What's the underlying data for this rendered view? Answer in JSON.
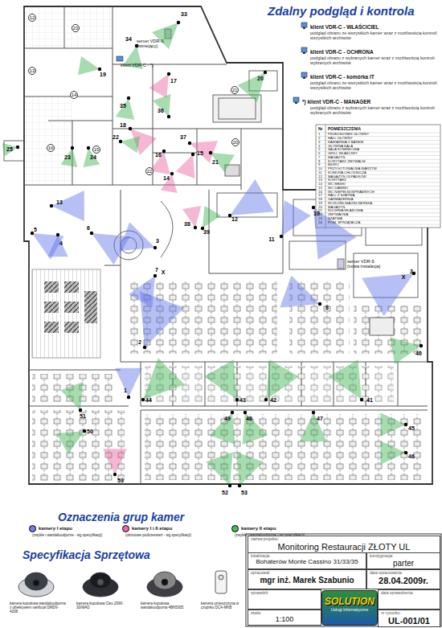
{
  "diagram": {
    "title": "Zdalny podgląd i kontrola",
    "nodes": [
      {
        "text": [
          "nazwa projektu:",
          "Monitoring Restauracji ZŁOTY UL"
        ]
      },
      {
        "text": [
          "lokalizacja:",
          "Bohaterów Monte Cassino 31/33/35"
        ]
      },
      {
        "text": [
          "kondygnacja:",
          "parter"
        ]
      },
      {
        "text": [
          "opracował:",
          "mgr inż. Marek Szabunio"
        ]
      },
      {
        "text": [
          "data opracowania:",
          "28.04.2009r."
        ]
      },
      {
        "text": [
          "sprawdził:"
        ]
      },
      {
        "text": [
          "data sprawdzenia:"
        ]
      },
      {
        "text": [
          "SOLUTION",
          "Usługi Informatyczne"
        ]
      },
      {
        "text": [
          "skala:",
          "1:100"
        ]
      },
      {
        "text": [
          "nr rysunku:",
          "UL-001/01"
        ]
      },
      {
        "text": [
          "12"
        ]
      },
      {
        "text": [
          "13"
        ]
      },
      {
        "text": [
          "14"
        ]
      },
      {
        "text": [
          "15"
        ]
      },
      {
        "text": [
          "16"
        ]
      },
      {
        "text": [
          "20"
        ]
      },
      {
        "text": [
          "21"
        ]
      },
      {
        "text": [
          "22"
        ]
      },
      {
        "text": [
          "23"
        ]
      }
    ],
    "labels": [
      "klient VDR-C - WŁAŚCICIEL",
      "podgląd obrazu ze wszystkich kamer wraz z możliwością kontroli wszystkich archiwów",
      "klient VDR-C - OCHRONA",
      "podgląd obrazu z wybranych kamer wraz z możliwością kontroli wybranych archiwów",
      "klient VDR-C - komórka IT",
      "podgląd obrazu ze wszystkich kamer wraz z możliwością kontroli wszystkich archiwów",
      "*) klient VDR-C - MANAGER",
      "podgląd obrazu z wybranych kamer wraz z możliwością kontroli wybranych archiwów",
      "Nr",
      "POMIESZCZENIA",
      "1",
      "PRZEDSIONEK GŁÓWNY",
      "2",
      "HALL GŁÓWNY",
      "3",
      "KAWIARNIA Z BAREM",
      "4",
      "GŁÓWNA SALA",
      "5",
      "SALA KOMINKOWA",
      "6",
      "GRILL WŁAŚCIWY",
      "7",
      "MAGAZYN",
      "8",
      "KORYTARZ ZMYWALNI",
      "9",
      "BIURO",
      "10",
      "PRZYGOTOWALNIA WARZYW",
      "11",
      "KOMORA CHŁODNICZA",
      "12",
      "MAGAZYN ODPADKÓW",
      "13",
      "KORYTARZ",
      "14",
      "WC MĘSKI",
      "15",
      "WC DAMSKI",
      "16",
      "WC NIEPEŁNOSPRAWNYCH",
      "17",
      "HALL Z SZATNIĄ",
      "18",
      "GARMAŻERNIA",
      "19",
      "ROZDZIELNIA KELNERSKA",
      "20",
      "MAGAZYN",
      "21",
      "KUCHNIA WŁAŚCIWA",
      "22",
      "ZMYWALNIA",
      "23",
      "SZATNIA",
      "24",
      "POM. SPRZĄTACZA",
      "server VDR-S (istniejący)",
      "klient VDR-C - *)",
      "server VDR-S (nowa instalacja)",
      "33",
      "34",
      "19",
      "17",
      "20",
      "35",
      "36",
      "18",
      "22",
      "37",
      "16",
      "15",
      "21",
      "14",
      "25",
      "23",
      "24",
      "13",
      "5",
      "4",
      "6",
      "12",
      "38",
      "39",
      "11",
      "10",
      "3",
      "7",
      "X",
      "X",
      "3",
      "8",
      "2",
      "1",
      "40",
      "44",
      "43",
      "42",
      "41",
      "49",
      "48",
      "47",
      "51",
      "50",
      "45",
      "46",
      "53",
      "52",
      "53",
      "Oznaczenia grup kamer",
      "(zwykłe i wandaloodporne - wg specyfikacji)",
      "(obrotowe podczerwień - wg specyfikacji)",
      "(zwykłe i wandaloodporne - wg specyfikacji)",
      "Specyfikacja Sprzętowa",
      "kamera kopułowa wandaloodporna z obiektywem varifocal DMDV-4208",
      "kamera kopułowa Cleo 2090-30/WAD",
      "kamera kopułowa wandaloodporna 4BN5305",
      "kamera umieszczona w czujniku DCA-MKB"
    ],
    "legend": [
      {
        "text": "kamery I etapu",
        "color": "#6f7fe6"
      },
      {
        "text": "kamery I i II etapu",
        "color": "#e86aa8"
      },
      {
        "text": "kamery II etapu",
        "color": "#4cb85c"
      }
    ]
  }
}
